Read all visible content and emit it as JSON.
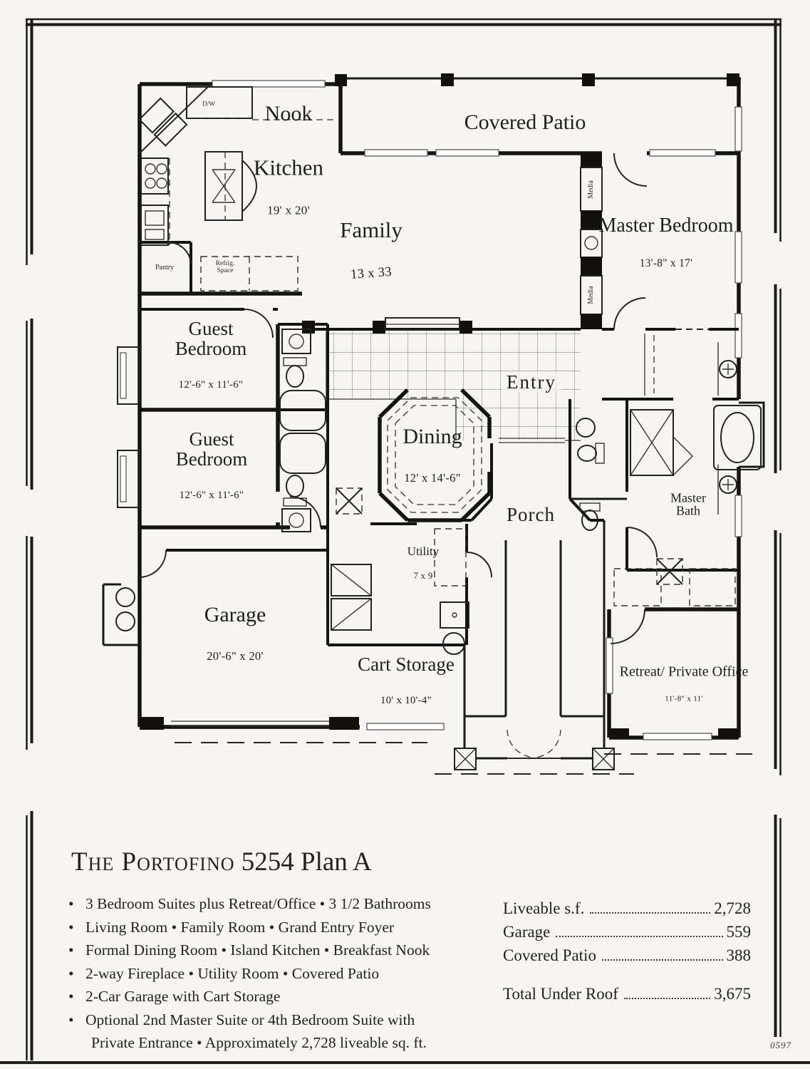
{
  "title": {
    "prefix": "The Portofino",
    "suffix": "5254 Plan A"
  },
  "features": [
    {
      "line1": "3 Bedroom Suites plus Retreat/Office • 3 1/2 Bathrooms",
      "line2": ""
    },
    {
      "line1": "Living Room • Family Room • Grand Entry Foyer",
      "line2": ""
    },
    {
      "line1": "Formal Dining Room  • Island Kitchen • Breakfast Nook",
      "line2": ""
    },
    {
      "line1": "2-way Fireplace • Utility Room • Covered Patio",
      "line2": ""
    },
    {
      "line1": "2-Car Garage with Cart Storage",
      "line2": ""
    },
    {
      "line1": "Optional 2nd Master Suite or 4th Bedroom Suite with",
      "line2": "Private Entrance • Approximately 2,728 liveable sq. ft."
    }
  ],
  "stats": {
    "rows": [
      {
        "label": "Liveable s.f.",
        "value": "2,728"
      },
      {
        "label": "Garage",
        "value": "559"
      },
      {
        "label": "Covered Patio",
        "value": "388"
      }
    ],
    "total_label": "Total Under Roof",
    "total_value": "3,675"
  },
  "rooms": {
    "nook": {
      "name": "Nook"
    },
    "covered_patio": {
      "name": "Covered Patio"
    },
    "kitchen": {
      "name": "Kitchen",
      "dims": "19' x 20'"
    },
    "family": {
      "name": "Family",
      "dims": "13 x 33"
    },
    "master_bedroom": {
      "name": "Master Bedroom",
      "dims": "13'-8\" x 17'"
    },
    "guest_bedroom_upper": {
      "name": "Guest Bedroom",
      "dims": "12'-6\" x 11'-6\""
    },
    "guest_bedroom_lower": {
      "name": "Guest Bedroom",
      "dims": "12'-6\" x 11'-6\""
    },
    "entry": {
      "name": "Entry"
    },
    "dining": {
      "name": "Dining",
      "dims": "12' x 14'-6\""
    },
    "porch": {
      "name": "Porch"
    },
    "master_bath": {
      "name": "Master Bath"
    },
    "utility": {
      "name": "Utility",
      "dims": "7 x 9"
    },
    "garage": {
      "name": "Garage",
      "dims": "20'-6\" x 20'"
    },
    "cart_storage": {
      "name": "Cart Storage",
      "dims": "10' x 10'-4\""
    },
    "retreat": {
      "name": "Retreat/ Private Office",
      "dims": "11'-8\" x 11'"
    }
  },
  "annotations": {
    "dishwasher": "D/W",
    "pantry": "Pantry",
    "refrig_line1": "Refrig.",
    "refrig_line2": "Space",
    "media": "Media",
    "plan_code": "0597"
  }
}
